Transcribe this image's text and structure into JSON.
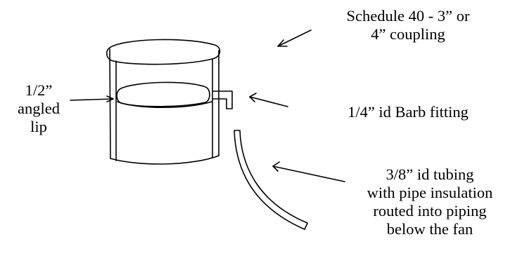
{
  "colors": {
    "ink": "#000000",
    "background": "#ffffff"
  },
  "labels": {
    "coupling": [
      "Schedule 40 - 3” or",
      "4” coupling"
    ],
    "lip": [
      "1/2”",
      "angled",
      "lip"
    ],
    "barb": "1/4” id Barb fitting",
    "tubing": [
      "3/8” id tubing",
      "with pipe insulation",
      "routed into piping",
      "below the fan"
    ]
  },
  "icons": [
    "arrow-icon"
  ]
}
